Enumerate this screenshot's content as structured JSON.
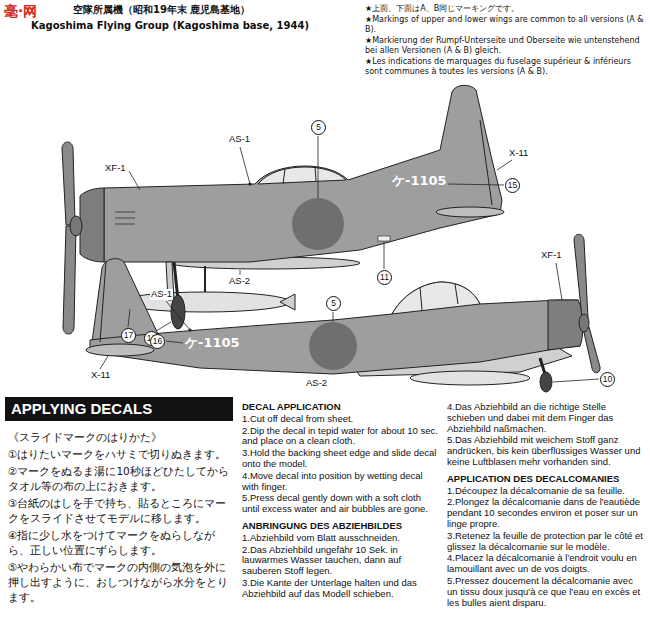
{
  "diagram": {
    "nodes": [
      {
        "text": [
          "APPLYING DECALS"
        ]
      }
    ],
    "labels": [
      "毫·网",
      "空隊所属機（昭和19年末 鹿児島基地）",
      "Kagoshima Flying Group (Kagoshima base, 1944)",
      "★上面、下面はA、B同じマーキングです。",
      "★Markings of upper and lower wings are common to all versions (A & B).",
      "★Markierung der Rumpf-Unterseite und Oberseite wie untenstehend bei allen Versionen (A & B) gleich.",
      "★Les indications de marquages du fuselage supérieur & inférieurs sont communes à toutes les versions (A & B).",
      "5",
      "XF-1",
      "AS-1",
      "ケ-1105",
      "15",
      "X-11",
      "11",
      "AS-2",
      "17",
      "10",
      "5",
      "XF-1",
      "AS-1",
      "16",
      "ケ-1105",
      "X-11",
      "AS-2",
      "10",
      "《スライドマークのはりかた》",
      "①はりたいマークをハサミで切りぬきます。",
      "②マークをぬるま湯に10秒ほどひたしてからタオル等の布の上におきます。",
      "③台紙のはしを手で持ち、貼るところにマークをスライドさせてモデルに移します。",
      "④指に少し水をつけてマークをぬらしながら、正しい位置にずらします。",
      "⑤やわらかい布でマークの内側の気泡を外に押し出すように、おしつけながら水分をとります。",
      "DECAL APPLICATION",
      "1.Cut off decal from sheet.",
      "2.Dip the decal in tepid water for about 10 sec. and place on a clean cloth.",
      "3.Hold the backing sheet edge and slide decal onto the model.",
      "4.Move decal into position by wetting decal with finger.",
      "5.Press decal gently down with a soft cloth until excess water and air bubbles are gone.",
      "ANBRINGUNG DES ABZIEHBILDES",
      "1.Abziehbild vom Blatt ausschneiden.",
      "2.Das Abziehbild ungefähr 10 Sek. in lauwarmes Wasser tauchen, dann auf sauberen Stoff legen.",
      "3.Die Kante der Unterlage halten und das Abziehbild auf das Modell schieben.",
      "4.Das Abziehbild an die richtige Stelle schieben und dabei mit dem Finger das Abziehbild naßmachen.",
      "5.Das Abziehbild mit weichem Stoff ganz andrücken, bis kein überflüssiges Wasser und keine Luftblasen mehr vorhanden sind.",
      "APPLICATION DES DECALCOMANIES",
      "1.Découpez la décalcomanie de sa feuille.",
      "2.Plongez la décalcomanie dans de l'eautiède pendant 10 secondes environ et poser sur un linge propre.",
      "3.Retenez la feuille de protection par le côté et glissez la décalcomanie sur le modèle.",
      "4.Placez la décalcomanie à l'endroit voulu en lamouillant avec un de vos doigts.",
      "5.Pressez doucement la décalcomanie avec un tissu doux jusqu'à ce que l'eau en excès et les bulles aient disparu."
    ]
  }
}
